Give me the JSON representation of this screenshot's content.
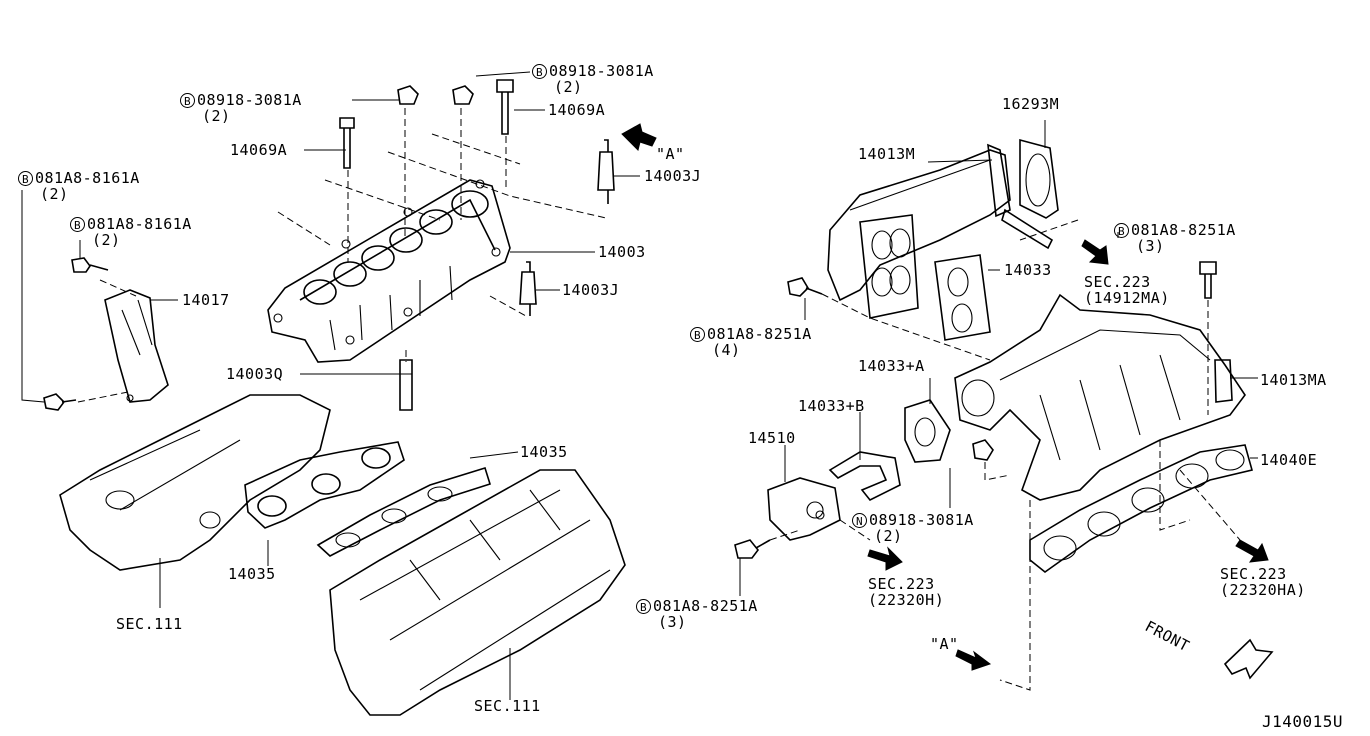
{
  "diagram_code": "J140015U",
  "labels": {
    "b_08918_3081a_left": {
      "prefix": "B",
      "code": "08918-3081A",
      "qty": "(2)"
    },
    "b_08918_3081a_top": {
      "prefix": "B",
      "code": "08918-3081A",
      "qty": "(2)"
    },
    "p_14069a_right": "14069A",
    "p_14069a_left": "14069A",
    "view_a_top": "\"A\"",
    "p_14003j_top": "14003J",
    "b_081a8_8161a_outer": {
      "prefix": "B",
      "code": "081A8-8161A",
      "qty": "(2)"
    },
    "b_081a8_8161a_inner": {
      "prefix": "B",
      "code": "081A8-8161A",
      "qty": "(2)"
    },
    "p_14003": "14003",
    "p_14003j_lower": "14003J",
    "p_14017": "14017",
    "p_14003q": "14003Q",
    "p_14035_top": "14035",
    "p_14035_left": "14035",
    "sec_111_left": "SEC.111",
    "sec_111_right": "SEC.111",
    "p_16293m": "16293M",
    "p_14013m": "14013M",
    "p_14033": "14033",
    "b_081a8_8251a_right": {
      "prefix": "B",
      "code": "081A8-8251A",
      "qty": "(3)"
    },
    "sec_223_14912ma": {
      "sec": "SEC.223",
      "ref": "(14912MA)"
    },
    "b_081a8_8251a_mid": {
      "prefix": "B",
      "code": "081A8-8251A",
      "qty": "(4)"
    },
    "p_14033_a": "14033+A",
    "p_14013ma": "14013MA",
    "p_14033_b": "14033+B",
    "p_14510": "14510",
    "p_14040e": "14040E",
    "n_08918_3081a": {
      "prefix": "N",
      "code": "08918-3081A",
      "qty": "(2)"
    },
    "b_081a8_8251a_bottom": {
      "prefix": "B",
      "code": "081A8-8251A",
      "qty": "(3)"
    },
    "sec_223_22320h": {
      "sec": "SEC.223",
      "ref": "(22320H)"
    },
    "sec_223_22320ha": {
      "sec": "SEC.223",
      "ref": "(22320HA)"
    },
    "front": "FRONT",
    "view_a_bottom": "\"A\""
  }
}
